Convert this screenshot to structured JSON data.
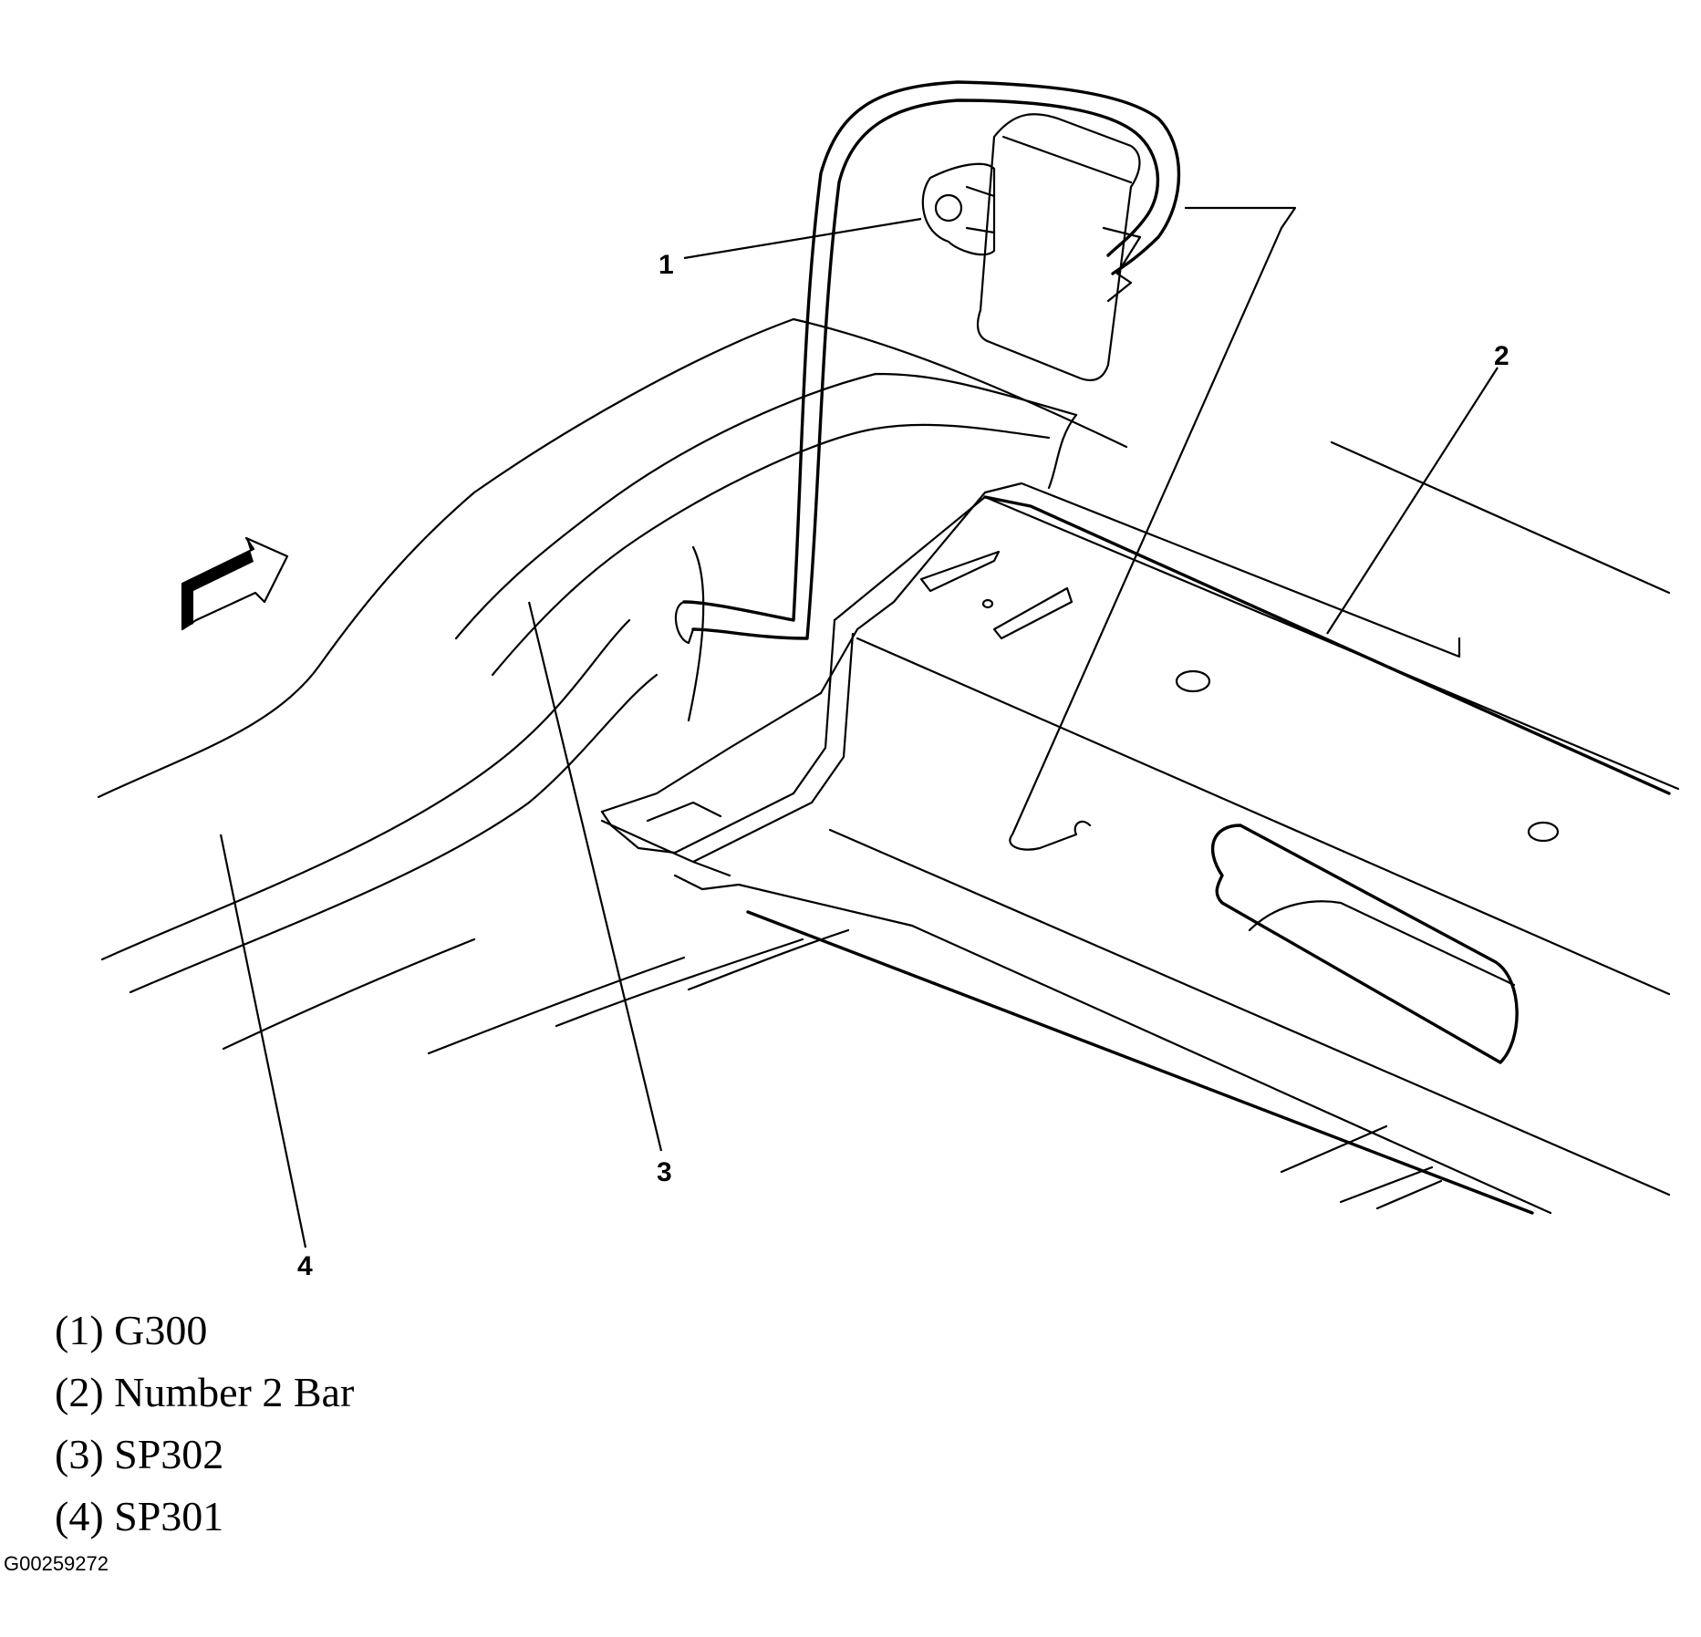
{
  "callouts": {
    "c1": "1",
    "c2": "2",
    "c3": "3",
    "c4": "4"
  },
  "legend": {
    "items": [
      "(1) G300",
      "(2) Number 2 Bar",
      "(3) SP302",
      "(4) SP301"
    ]
  },
  "figure_id": "G00259272",
  "icons": {
    "direction_arrow": "front-direction-arrow-icon"
  }
}
